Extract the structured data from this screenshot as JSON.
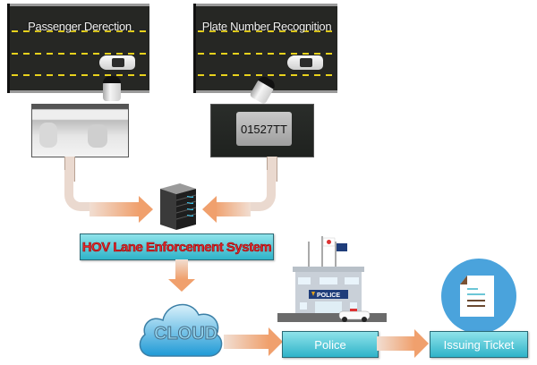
{
  "diagram": {
    "stages": {
      "passenger_detection": {
        "title": "Passenger Derection"
      },
      "plate_recognition": {
        "title": "Plate Number Recognition",
        "plate_text": "01527TT"
      },
      "system": {
        "label": "HOV Lane Enforcement System"
      },
      "cloud": {
        "label": "CLOUD"
      },
      "police": {
        "label": "Police",
        "sign": "POLICE"
      },
      "ticket": {
        "label": "Issuing Ticket"
      }
    },
    "flow": [
      "Passenger Derection -> HOV Lane Enforcement System",
      "Plate Number Recognition -> HOV Lane Enforcement System",
      "HOV Lane Enforcement System -> CLOUD",
      "CLOUD -> Police",
      "Police -> Issuing Ticket"
    ],
    "colors": {
      "road": "#262724",
      "lane_marking": "#e8d21c",
      "arrow": "#f0a06d",
      "box_top": "#8fe3ea",
      "box_bottom": "#2fb3c9",
      "hov_text": "#e8262b",
      "ticket_circle": "#4aa3dc"
    }
  }
}
